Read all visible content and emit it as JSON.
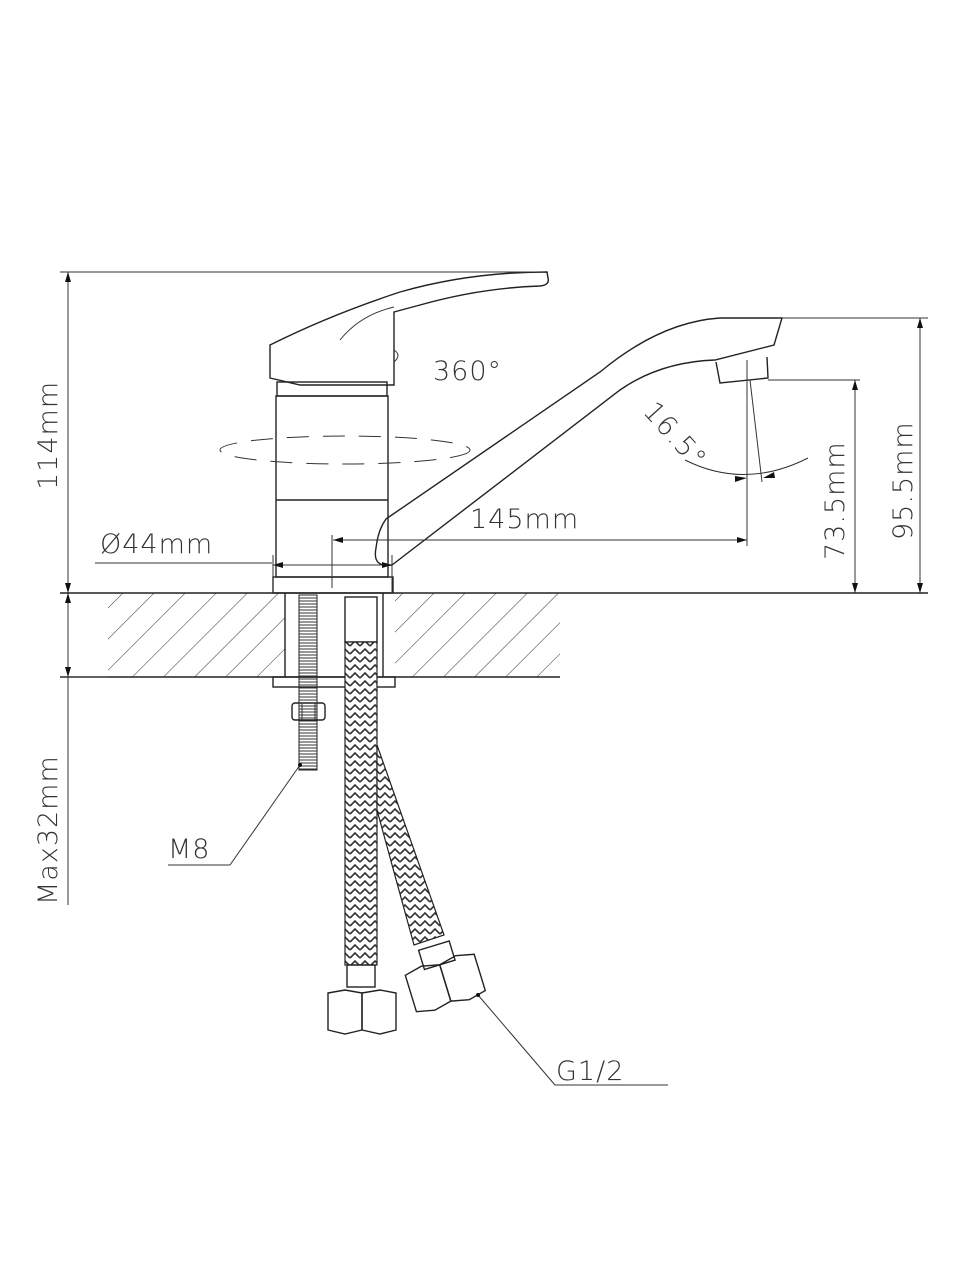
{
  "drawing": {
    "rotation_label": "360°",
    "spout_angle_label": "16.5°",
    "reach_label": "145mm",
    "diameter_label": "Ø44mm",
    "height_label": "114mm",
    "spout_height_label": "95.5mm",
    "outlet_height_label": "73.5mm",
    "max_thickness_label": "Max32mm",
    "stud_thread_label": "M8",
    "hose_thread_label": "G1/2"
  }
}
